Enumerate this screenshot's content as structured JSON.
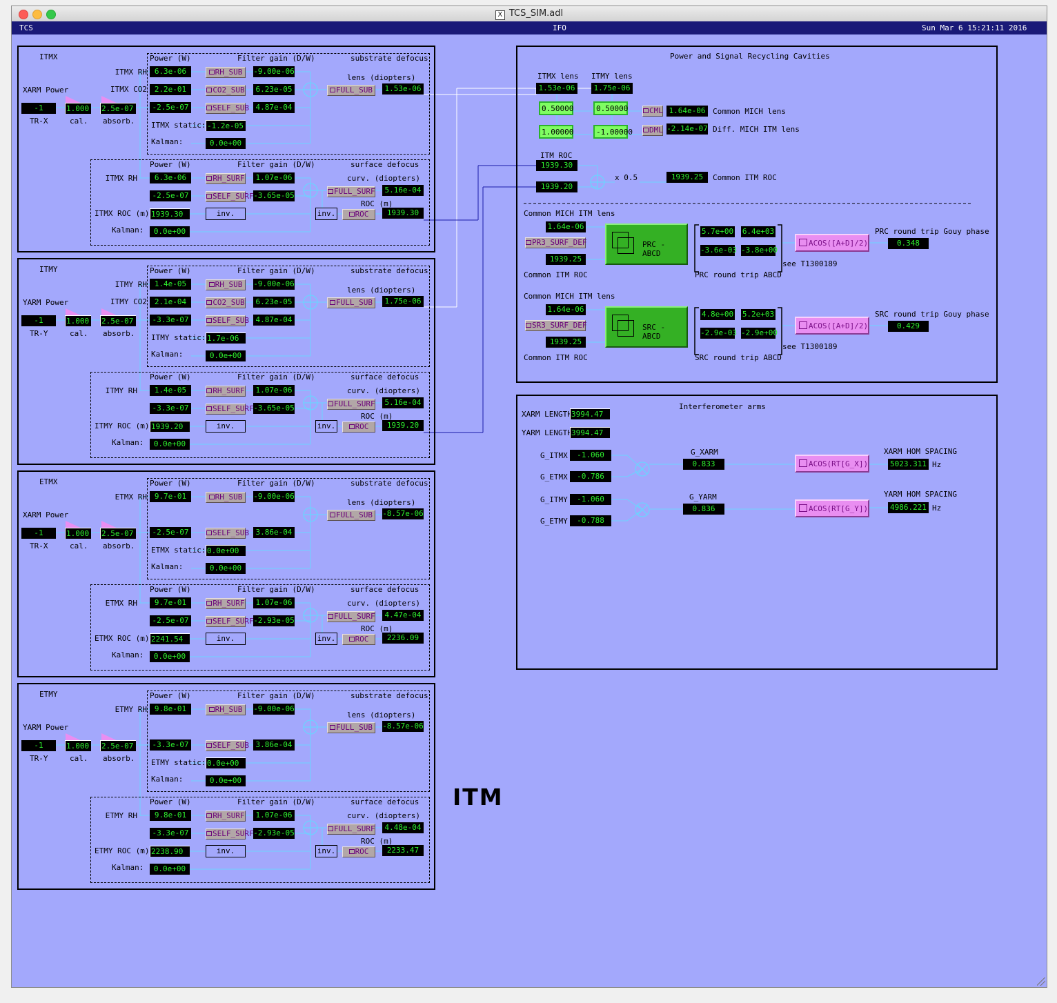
{
  "window": {
    "title": "TCS_SIM.adl"
  },
  "header": {
    "left": "TCS",
    "center": "IFO",
    "datetime": "Sun Mar  6 15:21:11 2016"
  },
  "common": {
    "power_w": "Power (W)",
    "filter_gain": "Filter gain (D/W)",
    "substrate_defocus": "substrate defocus",
    "surface_defocus": "surface defocus",
    "lens_diopters": "lens (diopters)",
    "curv_diopters": "curv. (diopters)",
    "roc_m": "ROC (m)",
    "kalman": "Kalman:",
    "cal": "cal.",
    "absorb": "absorb.",
    "inv": "inv.",
    "btn_rh_sub": "RH_SUB",
    "btn_co2_sub": "CO2_SUB",
    "btn_self_sub": "SELF_SUB",
    "btn_full_sub": "FULL_SUB",
    "btn_rh_surf": "RH_SURF",
    "btn_self_surf": "SELF_SURF",
    "btn_full_surf": "FULL_SURF",
    "btn_roc": "ROC"
  },
  "optics": [
    {
      "name": "ITMX",
      "power_label": "XARM Power",
      "tr": "TR-X",
      "power": "-1",
      "cal": "1.000",
      "absorb": "2.5e-07",
      "rh_label": "ITMX RH",
      "co2_label": "ITMX CO2",
      "rh_power": "6.3e-06",
      "rh_gain": "-9.00e-06",
      "co2_power": "2.2e-01",
      "co2_gain": "6.23e-05",
      "self_power": "-2.5e-07",
      "self_gain": "4.87e-04",
      "static_label": "ITMX static:",
      "static": "-1.2e-05",
      "kalman_sub": "0.0e+00",
      "lens": "1.53e-06",
      "surf_rh_label": "ITMX RH",
      "surf_rh_power": "6.3e-06",
      "surf_rh_gain": "1.07e-06",
      "surf_self_power": "-2.5e-07",
      "surf_self_gain": "-3.65e-05",
      "curv": "5.16e-04",
      "roc_label": "ITMX ROC (m):",
      "roc_in": "1939.30",
      "kalman_surf": "0.0e+00",
      "roc_out": "1939.30"
    },
    {
      "name": "ITMY",
      "power_label": "YARM Power",
      "tr": "TR-Y",
      "power": "-1",
      "cal": "1.000",
      "absorb": "2.5e-07",
      "rh_label": "ITMY RH",
      "co2_label": "ITMY CO2",
      "rh_power": "1.4e-05",
      "rh_gain": "-9.00e-06",
      "co2_power": "2.1e-04",
      "co2_gain": "6.23e-05",
      "self_power": "-3.3e-07",
      "self_gain": "4.87e-04",
      "static_label": "ITMY static:",
      "static": "1.7e-06",
      "kalman_sub": "0.0e+00",
      "lens": "1.75e-06",
      "surf_rh_label": "ITMY RH",
      "surf_rh_power": "1.4e-05",
      "surf_rh_gain": "1.07e-06",
      "surf_self_power": "-3.3e-07",
      "surf_self_gain": "-3.65e-05",
      "curv": "5.16e-04",
      "roc_label": "ITMY ROC (m):",
      "roc_in": "1939.20",
      "kalman_surf": "0.0e+00",
      "roc_out": "1939.20"
    },
    {
      "name": "ETMX",
      "power_label": "XARM Power",
      "tr": "TR-X",
      "power": "-1",
      "cal": "1.000",
      "absorb": "2.5e-07",
      "rh_label": "ETMX RH",
      "rh_power": "9.7e-01",
      "rh_gain": "-9.00e-06",
      "self_power": "-2.5e-07",
      "self_gain": "3.86e-04",
      "static_label": "ETMX static:",
      "static": "0.0e+00",
      "kalman_sub": "0.0e+00",
      "lens": "-8.57e-06",
      "surf_rh_label": "ETMX RH",
      "surf_rh_power": "9.7e-01",
      "surf_rh_gain": "1.07e-06",
      "surf_self_power": "-2.5e-07",
      "surf_self_gain": "-2.93e-05",
      "curv": "4.47e-04",
      "roc_label": "ETMX ROC (m):",
      "roc_in": "2241.54",
      "kalman_surf": "0.0e+00",
      "roc_out": "2236.09"
    },
    {
      "name": "ETMY",
      "power_label": "YARM Power",
      "tr": "TR-Y",
      "power": "-1",
      "cal": "1.000",
      "absorb": "2.5e-07",
      "rh_label": "ETMY RH",
      "rh_power": "9.8e-01",
      "rh_gain": "-9.00e-06",
      "self_power": "-3.3e-07",
      "self_gain": "3.86e-04",
      "static_label": "ETMY static:",
      "static": "0.0e+00",
      "kalman_sub": "0.0e+00",
      "lens": "-8.57e-06",
      "surf_rh_label": "ETMY RH",
      "surf_rh_power": "9.8e-01",
      "surf_rh_gain": "1.07e-06",
      "surf_self_power": "-3.3e-07",
      "surf_self_gain": "-2.93e-05",
      "curv": "4.48e-04",
      "roc_label": "ETMY ROC (m):",
      "roc_in": "2238.90",
      "kalman_surf": "0.0e+00",
      "roc_out": "2233.47"
    }
  ],
  "big_label": "ITM",
  "prc": {
    "title": "Power and Signal Recycling Cavities",
    "itmx_lens_label": "ITMX lens",
    "itmy_lens_label": "ITMY lens",
    "itmx_lens": "1.53e-06",
    "itmy_lens": "1.75e-06",
    "g1a": "0.50000",
    "g1b": "0.50000",
    "g2a": "1.00000",
    "g2b": "-1.00000",
    "btn_cml": "CML",
    "btn_dml": "DML",
    "cml": "1.64e-06",
    "dml": "-2.14e-07",
    "cml_label": "Common MICH lens",
    "dml_label": "Diff. MICH ITM lens",
    "itm_roc_label": "ITM ROC",
    "roc_x": "1939.30",
    "roc_y": "1939.20",
    "x05": "x 0.5",
    "common_roc": "1939.25",
    "common_roc_label": "Common ITM ROC",
    "prc_cml_label": "Common MICH ITM lens",
    "prc_cml": "1.64e-06",
    "btn_pr3": "PR3_SURF_DEF",
    "prc_roc": "1939.25",
    "prc_roc_label": "Common ITM ROC",
    "prc_abcd_btn": "PRC - ABCD",
    "prc_a": "5.7e+00",
    "prc_b": "6.4e+03",
    "prc_c": "-3.6e-03",
    "prc_d": "-3.8e+00",
    "see1": "see T1300189",
    "prc_abcd_label": "PRC round trip ABCD",
    "btn_acos_prc": "ACOS([A+D]/2)",
    "prc_gouy_label": "PRC round trip Gouy phase",
    "prc_gouy": "0.348",
    "src_cml_label": "Common MICH ITM lens",
    "src_cml": "1.64e-06",
    "btn_sr3": "SR3_SURF_DEF",
    "src_roc": "1939.25",
    "src_roc_label": "Common ITM ROC",
    "src_abcd_btn": "SRC - ABCD",
    "src_a": "4.8e+00",
    "src_b": "5.2e+03",
    "src_c": "-2.9e-03",
    "src_d": "-2.9e+00",
    "see2": "see T1300189",
    "src_abcd_label": "SRC round trip ABCD",
    "btn_acos_src": "ACOS([A+D]/2)",
    "src_gouy_label": "SRC round trip Gouy phase",
    "src_gouy": "0.429"
  },
  "arms": {
    "title": "Interferometer arms",
    "xarm_len_label": "XARM LENGTH",
    "xarm_len": "3994.47",
    "yarm_len_label": "YARM LENGTH",
    "yarm_len": "3994.47",
    "g_itmx_label": "G_ITMX",
    "g_itmx": "-1.060",
    "g_etmx_label": "G_ETMX",
    "g_etmx": "-0.786",
    "g_itmy_label": "G_ITMY",
    "g_itmy": "-1.060",
    "g_etmy_label": "G_ETMY",
    "g_etmy": "-0.788",
    "g_xarm_label": "G_XARM",
    "g_xarm": "0.833",
    "g_yarm_label": "G_YARM",
    "g_yarm": "0.836",
    "btn_acos_x": "ACOS(RT[G_X])",
    "btn_acos_y": "ACOS(RT[G_Y])",
    "xarm_hom_label": "XARM HOM SPACING",
    "xarm_hom": "5023.311",
    "yarm_hom_label": "YARM HOM SPACING",
    "yarm_hom": "4986.221",
    "hz": "Hz"
  },
  "colors": {
    "background": "#a3a8fc",
    "readback_bg": "#000000",
    "readback_fg": "#2ef02e",
    "wire": "#6cd3ff",
    "link": "#1a1aa8",
    "header": "#1a1a78"
  }
}
